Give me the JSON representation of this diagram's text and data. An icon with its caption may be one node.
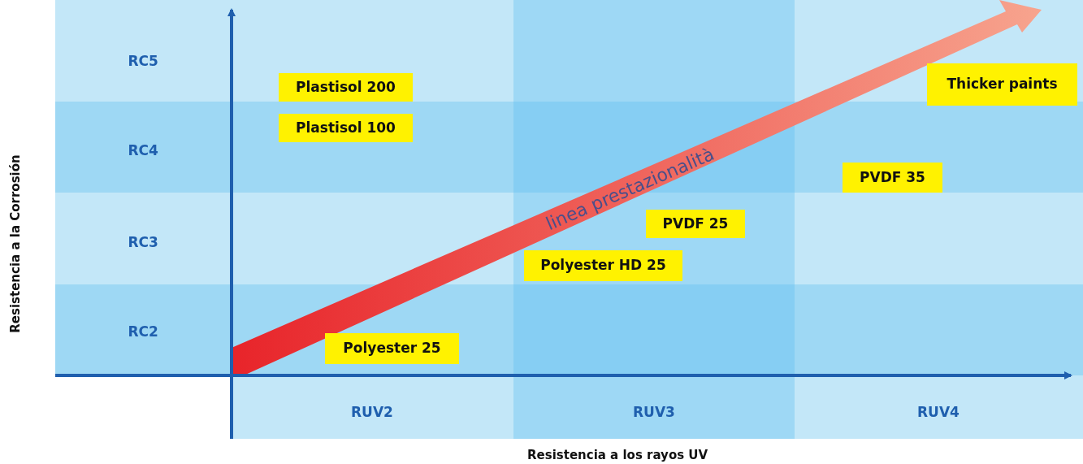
{
  "diagram": {
    "nodes": [
      {
        "text": [
          "Plastisol 200"
        ]
      },
      {
        "text": [
          "Thicker paints"
        ]
      },
      {
        "text": [
          "Plastisol 100"
        ]
      },
      {
        "text": [
          "PVDF 35"
        ]
      },
      {
        "text": [
          "PVDF 25"
        ]
      },
      {
        "text": [
          "Polyester HD 25"
        ]
      },
      {
        "text": [
          "Polyester 25"
        ]
      }
    ],
    "edges": [],
    "labels": [
      "RC5",
      "RC4",
      "RC3",
      "RC2",
      "linea prestazionalità",
      "RUV2",
      "RUV3",
      "RUV4",
      "Resistencia a la Corrosión",
      "Resistencia a los rayos UV"
    ]
  }
}
